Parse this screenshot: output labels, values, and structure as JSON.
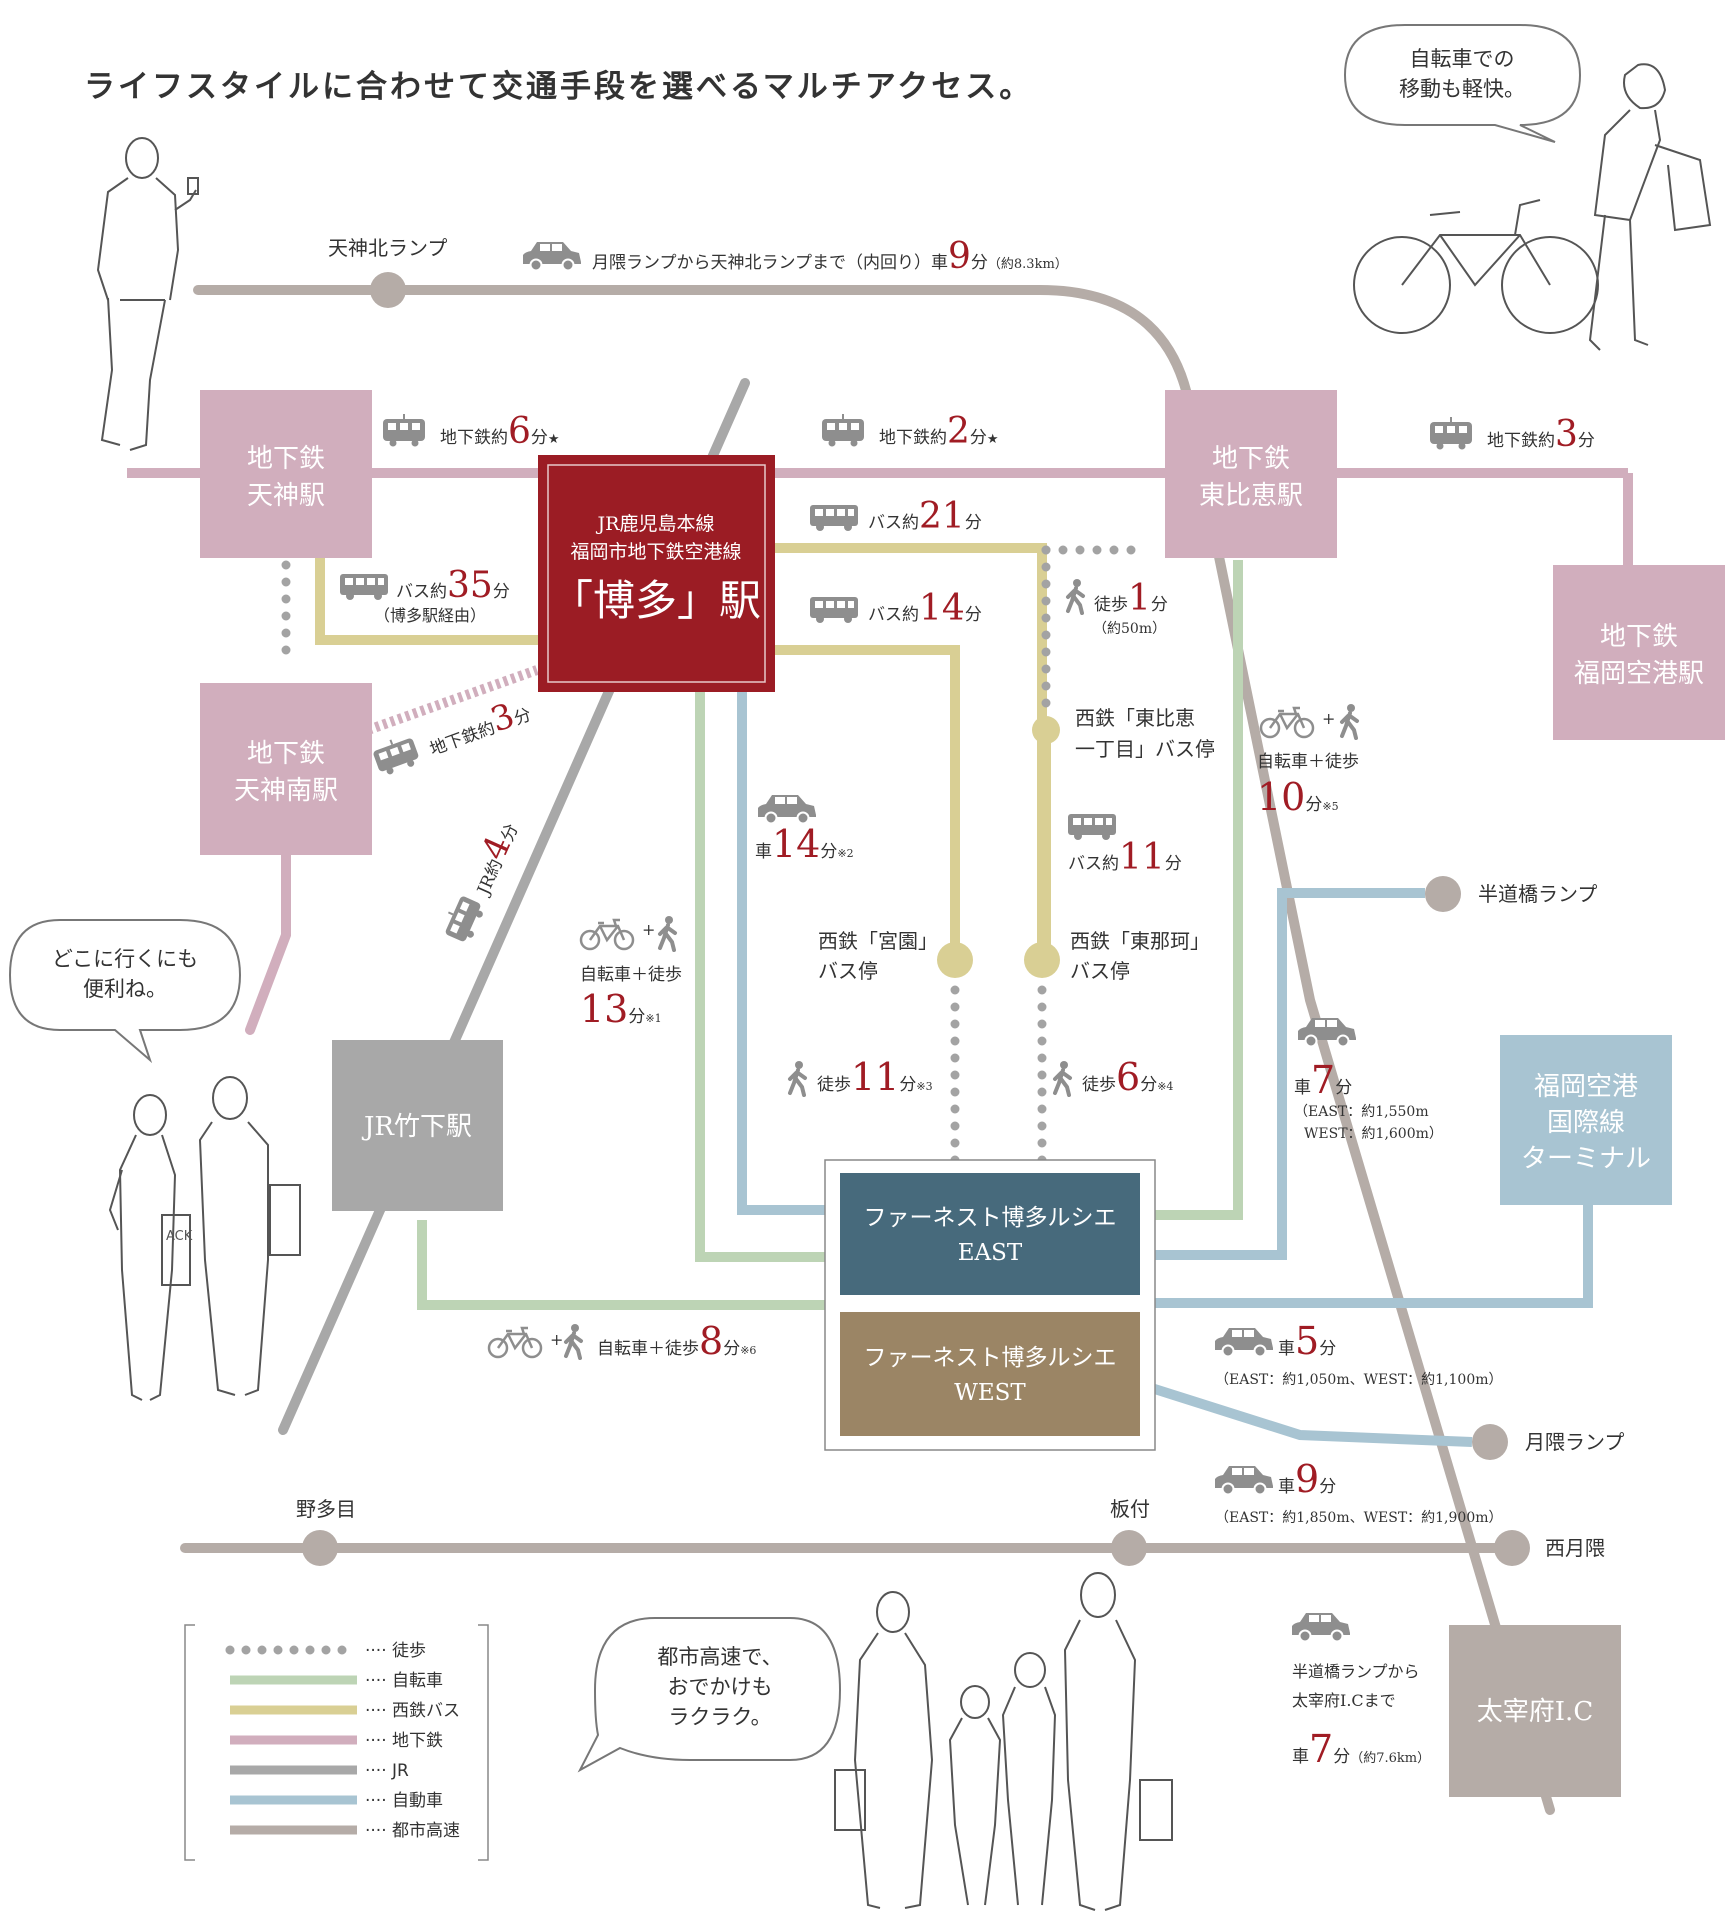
{
  "title": "ライフスタイルに合わせて交通手段を選べるマルチアクセス。",
  "colors": {
    "walk": "#a3a3a3",
    "bicycle": "#bdd4b5",
    "nishitetsu_bus": "#d9cf94",
    "subway": "#d1aebd",
    "jr": "#a8a8a8",
    "car": "#a8c4d2",
    "expressway": "#b5aca7",
    "hakata_box": "#9b1c24",
    "east_box": "#476a7c",
    "west_box": "#9b8565",
    "airport_intl_box": "#a8c4d2",
    "dazaifu_box": "#b5aca7",
    "time_red": "#a01c24"
  },
  "stations": {
    "hakata": {
      "line1": "JR鹿児島本線",
      "line2": "福岡市地下鉄空港線",
      "name": "「博多」駅"
    },
    "tenjin": {
      "line1": "地下鉄",
      "line2": "天神駅"
    },
    "tenjin_minami": {
      "line1": "地下鉄",
      "line2": "天神南駅"
    },
    "higashihie": {
      "line1": "地下鉄",
      "line2": "東比恵駅"
    },
    "airport": {
      "line1": "地下鉄",
      "line2": "福岡空港駅"
    },
    "takeshita": {
      "name": "JR竹下駅"
    },
    "intl_terminal": {
      "line1": "福岡空港",
      "line2": "国際線",
      "line3": "ターミナル"
    },
    "dazaifu": {
      "name": "太宰府I.C"
    },
    "east": {
      "line1": "ファーネスト博多ルシエ",
      "line2": "EAST"
    },
    "west": {
      "line1": "ファーネスト博多ルシエ",
      "line2": "WEST"
    }
  },
  "nodes": {
    "tenjin_kita": "天神北ランプ",
    "handobashi": "半道橋ランプ",
    "tsukiguma": "月隈ランプ",
    "notame": "野多目",
    "itatsuki": "板付",
    "nishi_tsukiguma": "西月隈",
    "miyazono": {
      "line1": "西鉄「宮園」",
      "line2": "バス停"
    },
    "higashinaka": {
      "line1": "西鉄「東那珂」",
      "line2": "バス停"
    },
    "higashihie_1": {
      "line1": "西鉄「東比恵",
      "line2": "一丁目」バス停"
    }
  },
  "routes": {
    "tenjinkita_car": {
      "pre": "月隈ランプから天神北ランプまで（内回り）車",
      "num": "9",
      "unit": "分",
      "note": "（約8.3km）"
    },
    "tenjin_hakata": {
      "pre": "地下鉄約",
      "num": "6",
      "unit": "分",
      "mark": "★"
    },
    "hakata_higashihie": {
      "pre": "地下鉄約",
      "num": "2",
      "unit": "分",
      "mark": "★"
    },
    "higashihie_airport": {
      "pre": "地下鉄約",
      "num": "3",
      "unit": "分"
    },
    "bus35": {
      "pre": "バス約",
      "num": "35",
      "unit": "分",
      "note": "（博多駅経由）"
    },
    "bus21": {
      "pre": "バス約",
      "num": "21",
      "unit": "分"
    },
    "bus14": {
      "pre": "バス約",
      "num": "14",
      "unit": "分"
    },
    "tenjinminami": {
      "pre": "地下鉄約",
      "num": "3",
      "unit": "分"
    },
    "jr4": {
      "pre": "JR約",
      "num": "4",
      "unit": "分"
    },
    "walk1": {
      "pre": "徒歩",
      "num": "1",
      "unit": "分",
      "note": "（約50m）"
    },
    "bus11": {
      "pre": "バス約",
      "num": "11",
      "unit": "分"
    },
    "car14": {
      "pre": "車",
      "num": "14",
      "unit": "分",
      "note": "※2"
    },
    "bike13": {
      "pre": "自転車＋徒歩",
      "num": "13",
      "unit": "分",
      "note": "※1"
    },
    "bike10": {
      "pre": "自転車＋徒歩",
      "num": "10",
      "unit": "分",
      "note": "※5"
    },
    "walk11": {
      "pre": "徒歩",
      "num": "11",
      "unit": "分",
      "note": "※3"
    },
    "walk6": {
      "pre": "徒歩",
      "num": "6",
      "unit": "分",
      "note": "※4"
    },
    "car7": {
      "pre": "車",
      "num": "7",
      "unit": "分",
      "note1": "（EAST：約1,550m",
      "note2": "WEST：約1,600m）"
    },
    "bike8": {
      "pre": "自転車＋徒歩",
      "num": "8",
      "unit": "分",
      "note": "※6"
    },
    "car5": {
      "pre": "車",
      "num": "5",
      "unit": "分",
      "note": "（EAST：約1,050m、WEST：約1,100m）"
    },
    "car9": {
      "pre": "車",
      "num": "9",
      "unit": "分",
      "note": "（EAST：約1,850m、WEST：約1,900m）"
    },
    "dazaifu_car": {
      "line1": "半道橋ランプから",
      "line2": "太宰府I.Cまで",
      "pre": "車",
      "num": "7",
      "unit": "分",
      "note": "（約7.6km）"
    }
  },
  "bubbles": {
    "bike": {
      "line1": "自転車での",
      "line2": "移動も軽快。"
    },
    "couple": {
      "line1": "どこに行くにも",
      "line2": "便利ね。"
    },
    "family": {
      "line1": "都市高速で、",
      "line2": "おでかけも",
      "line3": "ラクラク。"
    }
  },
  "illustration_text": {
    "bag": "ACK"
  },
  "legend": [
    {
      "label": "徒歩",
      "style": "dots",
      "color": "#a3a3a3"
    },
    {
      "label": "自転車",
      "style": "line",
      "color": "#bdd4b5"
    },
    {
      "label": "西鉄バス",
      "style": "line",
      "color": "#d9cf94"
    },
    {
      "label": "地下鉄",
      "style": "line",
      "color": "#d1aebd"
    },
    {
      "label": "JR",
      "style": "line",
      "color": "#a8a8a8"
    },
    {
      "label": "自動車",
      "style": "line",
      "color": "#a8c4d2"
    },
    {
      "label": "都市高速",
      "style": "line",
      "color": "#b5aca7"
    }
  ],
  "legend_leader": "····"
}
